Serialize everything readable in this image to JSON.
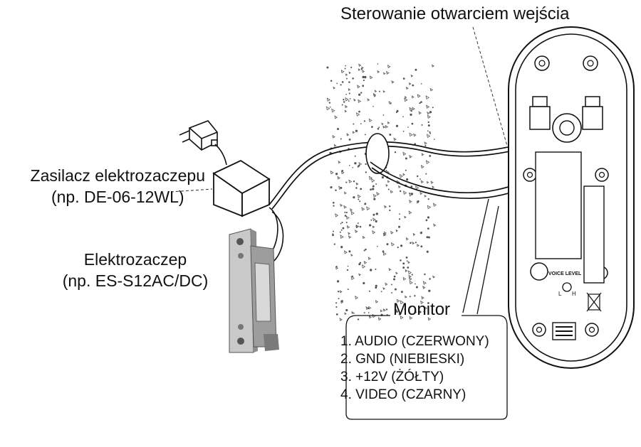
{
  "labels": {
    "entry_control": "Sterowanie otwarciem wejścia",
    "power_supply": [
      "Zasilacz elektrozaczepu",
      "(np. DE-06-12WL)"
    ],
    "strike": [
      "Elektrozaczep",
      "(np. ES-S12AC/DC)"
    ],
    "monitor": "Monitor"
  },
  "wires": [
    "1. AUDIO (CZERWONY)",
    "2. GND (NIEBIESKI)",
    "3. +12V (ŻÓŁTY)",
    "4. VIDEO (CZARNY)"
  ],
  "panel": {
    "voice_level": "VOICE LEVEL",
    "knob_low": "L",
    "knob_high": "H"
  },
  "colors": {
    "line": "#111111",
    "wall_dots": "#555555",
    "strike_metal": "#b8b8b8",
    "strike_dark": "#6f6f6f"
  }
}
